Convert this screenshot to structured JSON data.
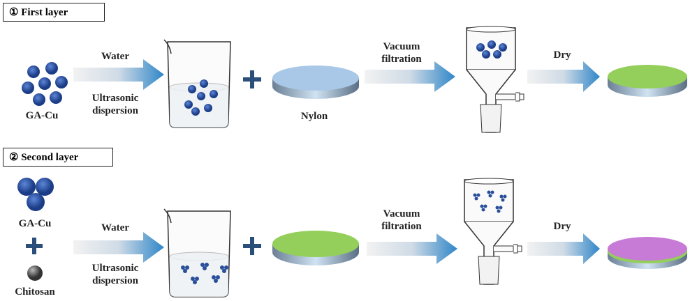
{
  "layers": [
    {
      "title": "① First layer",
      "material": "GA-Cu",
      "step1_top": "Water",
      "step1_bottom": "Ultrasonic dispersion",
      "substrate": "Nylon",
      "step2": "Vacuum filtration",
      "step3": "Dry"
    },
    {
      "title": "② Second layer",
      "material": "GA-Cu",
      "material2": "Chitosan",
      "step1_top": "Water",
      "step1_bottom": "Ultrasonic dispersion",
      "step2": "Vacuum filtration",
      "step3": "Dry"
    }
  ],
  "colors": {
    "arrow": "#2f86c8",
    "nylon": "#a9c8e8",
    "green": "#93cf5a",
    "purple": "#c77ad6",
    "particle": "#2a4f9a"
  }
}
